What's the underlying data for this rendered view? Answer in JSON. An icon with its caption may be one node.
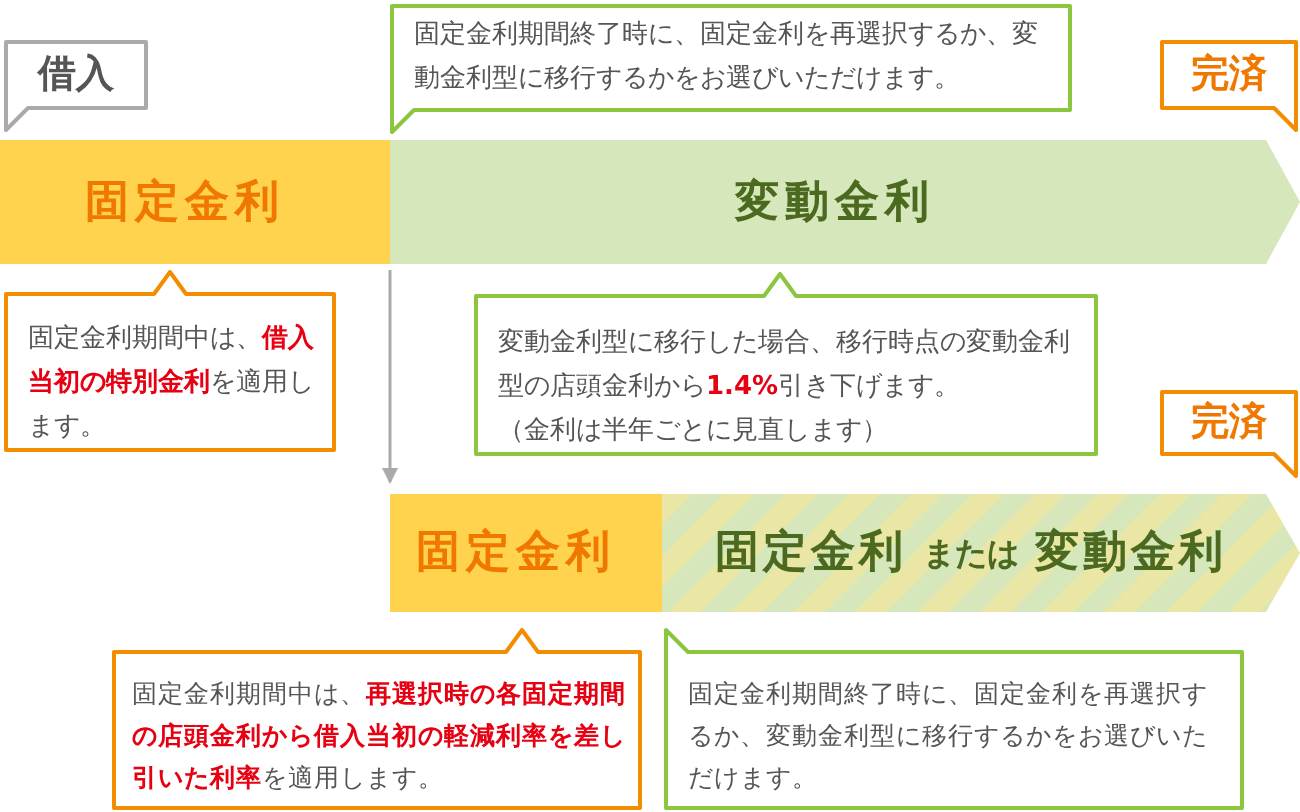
{
  "diagram": {
    "nodes": [
      {
        "text": [
          "借入"
        ]
      },
      {
        "text": [
          "固定金利"
        ]
      },
      {
        "text": [
          "変動金利"
        ]
      },
      {
        "text": [
          "固定金利期間終了時に、固定金利を再選択するか、変動金利型に移行するかをお選びいただけます。"
        ]
      },
      {
        "text": [
          "完済"
        ]
      },
      {
        "text": [
          "固定金利期間中は、**借入当初の特別金利**を適用します。"
        ]
      },
      {
        "text": [
          "変動金利型に移行した場合、移行時点の変動金利型の店頭金利から**1.4%**引き下げます。",
          "（金利は半年ごとに見直します）"
        ]
      },
      {
        "text": [
          "完済"
        ]
      },
      {
        "text": [
          "固定金利"
        ]
      },
      {
        "text": [
          "固定金利",
          "または",
          "変動金利"
        ]
      },
      {
        "text": [
          "固定金利期間中は、**再選択時の各固定期間の店頭金利から借入当初の軽減利率を差し引いた利率**を適用します。"
        ]
      },
      {
        "text": [
          "固定金利期間終了時に、固定金利を再選択するか、変動金利型に移行するかをお選びいただけます。"
        ]
      }
    ],
    "edges": [
      {
        "from": 1,
        "to": 8,
        "arrow": "to"
      }
    ]
  }
}
